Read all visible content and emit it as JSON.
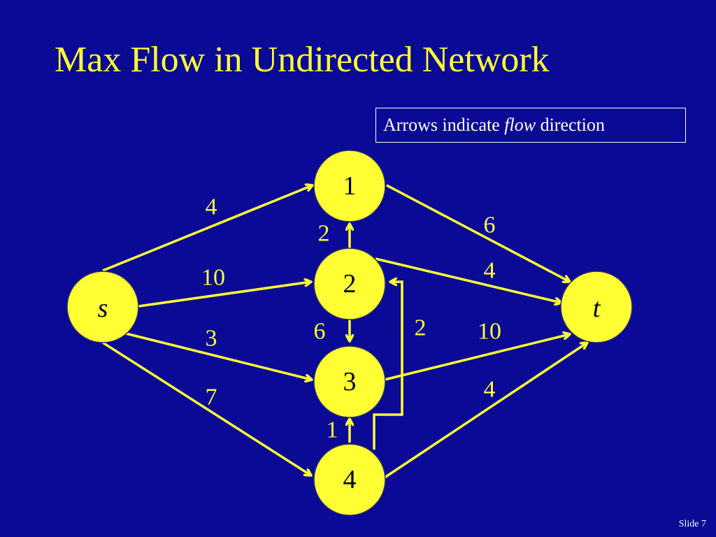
{
  "slide": {
    "title": "Max Flow in Undirected Network",
    "note": {
      "prefix": "Arrows indicate ",
      "emphasis": "flow",
      "suffix": " direction"
    },
    "slide_number": "Slide 7"
  },
  "colors": {
    "background": "#0a0a96",
    "accent": "#ffff33",
    "text": "#ffffff"
  },
  "nodes": [
    {
      "id": "s",
      "label": "s",
      "italic": true
    },
    {
      "id": "1",
      "label": "1",
      "italic": false
    },
    {
      "id": "2",
      "label": "2",
      "italic": false
    },
    {
      "id": "3",
      "label": "3",
      "italic": false
    },
    {
      "id": "4",
      "label": "4",
      "italic": false
    },
    {
      "id": "t",
      "label": "t",
      "italic": true
    }
  ],
  "edges": [
    {
      "id": "s-1",
      "from": "s",
      "to": "1",
      "flow": "4"
    },
    {
      "id": "s-2",
      "from": "s",
      "to": "2",
      "flow": "10"
    },
    {
      "id": "s-3",
      "from": "s",
      "to": "3",
      "flow": "3"
    },
    {
      "id": "s-4",
      "from": "s",
      "to": "4",
      "flow": "7"
    },
    {
      "id": "2-1",
      "from": "2",
      "to": "1",
      "flow": "2"
    },
    {
      "id": "2-3",
      "from": "2",
      "to": "3",
      "flow": "6"
    },
    {
      "id": "4-3",
      "from": "4",
      "to": "3",
      "flow": "1"
    },
    {
      "id": "4-2",
      "from": "4",
      "to": "2",
      "flow": "2"
    },
    {
      "id": "1-t",
      "from": "1",
      "to": "t",
      "flow": "6"
    },
    {
      "id": "2-t",
      "from": "2",
      "to": "t",
      "flow": "4"
    },
    {
      "id": "3-t",
      "from": "3",
      "to": "t",
      "flow": "10"
    },
    {
      "id": "4-t",
      "from": "4",
      "to": "t",
      "flow": "4"
    }
  ]
}
